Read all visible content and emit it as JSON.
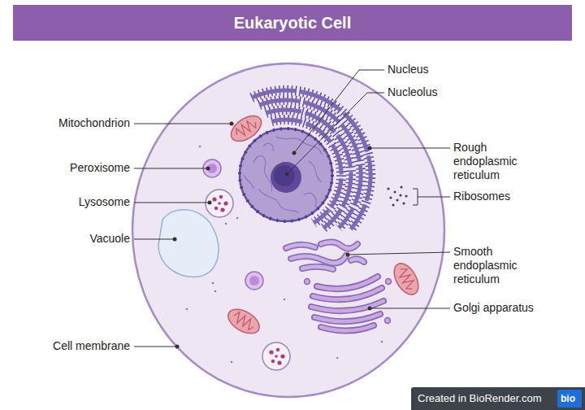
{
  "diagram": {
    "title": "Eukaryotic Cell",
    "nodes": [
      {
        "text": [
          "Created in BioRender.com"
        ]
      },
      {
        "text": [
          "bio"
        ],
        "in": 0
      }
    ],
    "labels": [
      "Nucleus",
      "Nucleolus",
      "Mitochondrion",
      "Rough endoplasmic reticulum",
      "Peroxisome",
      "Ribosomes",
      "Lysosome",
      "Vacuole",
      "Smooth endoplasmic reticulum",
      "Golgi apparatus",
      "Cell membrane"
    ]
  }
}
